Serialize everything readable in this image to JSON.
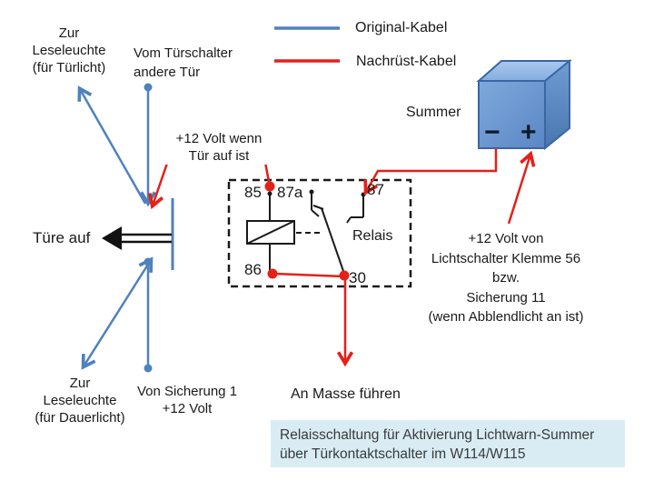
{
  "colors": {
    "wire_blue": "#4f81bd",
    "wire_red": "#e32119",
    "line_black": "#1a1a1a",
    "caption_bg": "#d9ecf4",
    "cube_front": "#6b9ad4",
    "cube_top": "#9fc2ea",
    "cube_right": "#5f8cc8"
  },
  "legend": {
    "original_label": "Original-Kabel",
    "nachruest_label": "Nachrüst-Kabel"
  },
  "labels": {
    "zur_leseleuchte_tuerlicht": "Zur\nLeseleuchte\n(für Türlicht)",
    "vom_tuerschalter": "Vom Türschalter\nandere Tür",
    "plus12_wenn_tuer": "+12 Volt wenn\nTür auf ist",
    "summer": "Summer",
    "summer_minus": "−",
    "summer_plus": "+",
    "tuere_auf": "Türe auf",
    "relais": "Relais",
    "plus12_lichtschalter": "+12 Volt von\nLichtschalter Klemme 56\nbzw.\nSicherung 11\n(wenn Abblendlicht an ist)",
    "zur_leseleuchte_dauerlicht": "Zur\nLeseleuchte\n(für Dauerlicht)",
    "von_sicherung": "Von Sicherung 1\n+12 Volt",
    "an_masse": "An Masse führen"
  },
  "relay": {
    "terminals": {
      "t85": "85",
      "t87a": "87a",
      "t87": "87",
      "t86": "86",
      "t30": "30"
    }
  },
  "caption": "Relaisschaltung für Aktivierung Lichtwarn-Summer\nüber Türkontaktschalter im W114/W115"
}
